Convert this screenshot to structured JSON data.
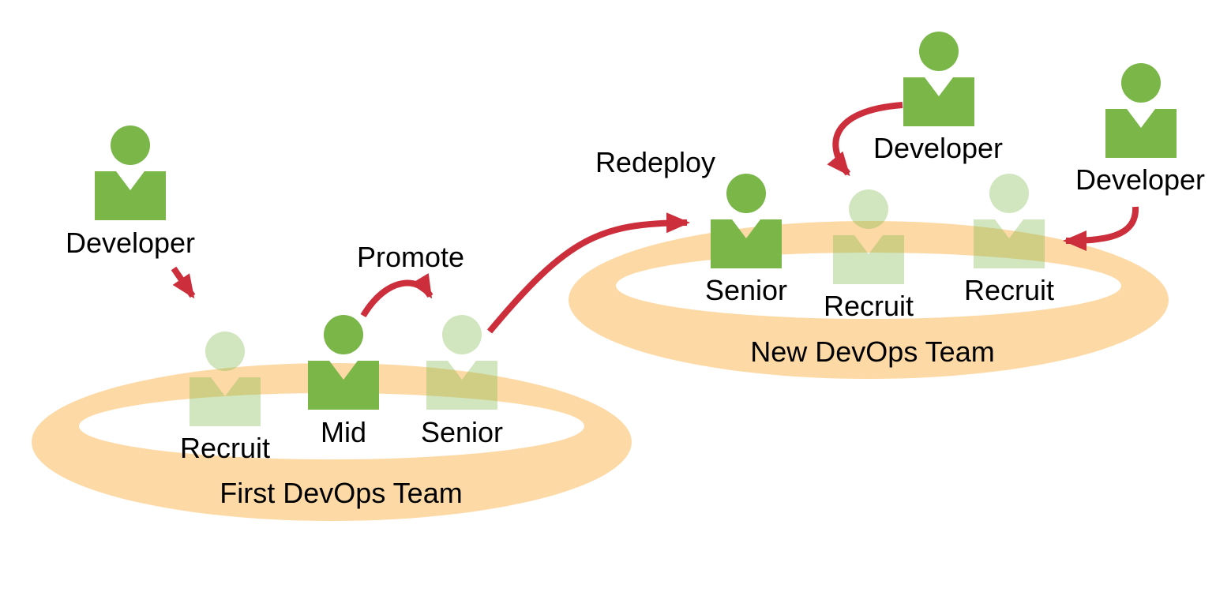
{
  "colors": {
    "person": "#7ab648",
    "ring": "#fdd9a6",
    "arrow": "#cc2f3b"
  },
  "teams": {
    "first": "First DevOps Team",
    "new": "New DevOps Team"
  },
  "people": {
    "developer_left": "Developer",
    "recruit_first": "Recruit",
    "mid_first": "Mid",
    "senior_first": "Senior",
    "senior_new": "Senior",
    "recruit_new_center": "Recruit",
    "recruit_new_right": "Recruit",
    "developer_top": "Developer",
    "developer_right": "Developer"
  },
  "actions": {
    "promote": "Promote",
    "redeploy": "Redeploy"
  }
}
